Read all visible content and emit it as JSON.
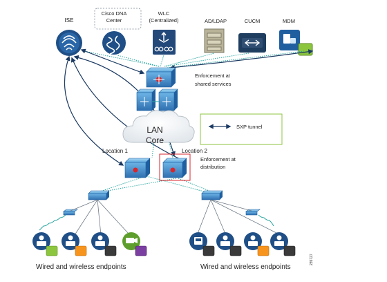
{
  "top_icons": {
    "ise": "ISE",
    "dna_line1": "Cisco DNA",
    "dna_line2": "Center",
    "wlc_line1": "WLC",
    "wlc_line2": "(Centralized)",
    "ad": "AD/LDAP",
    "cucm": "CUCM",
    "mdm": "MDM"
  },
  "labels": {
    "enforcement_shared_1": "Enforcement at",
    "enforcement_shared_2": "shared services",
    "lan_1": "LAN",
    "lan_2": "Core",
    "location1": "Location 1",
    "location2": "Location 2",
    "enforcement_dist_1": "Enforcement at",
    "enforcement_dist_2": "distribution",
    "legend_sxp": "SXP tunnel",
    "wired_wireless_left": "Wired and wireless endpoints",
    "wired_wireless_right": "Wired and wireless endpoints",
    "figure_id": "235727"
  },
  "colors": {
    "cisco_blue": "#1f5fa0",
    "icon_dark": "#1c3b63",
    "switch_blue": "#3a7fc0",
    "switch_light": "#5aa7dc",
    "green_tag": "#8cc63f",
    "orange_tag": "#f7941d",
    "dark_tag": "#3a3a3a",
    "purple_tag": "#7a3fa0",
    "red_outline": "#d9262b",
    "teal_link": "#2ba6a0"
  }
}
